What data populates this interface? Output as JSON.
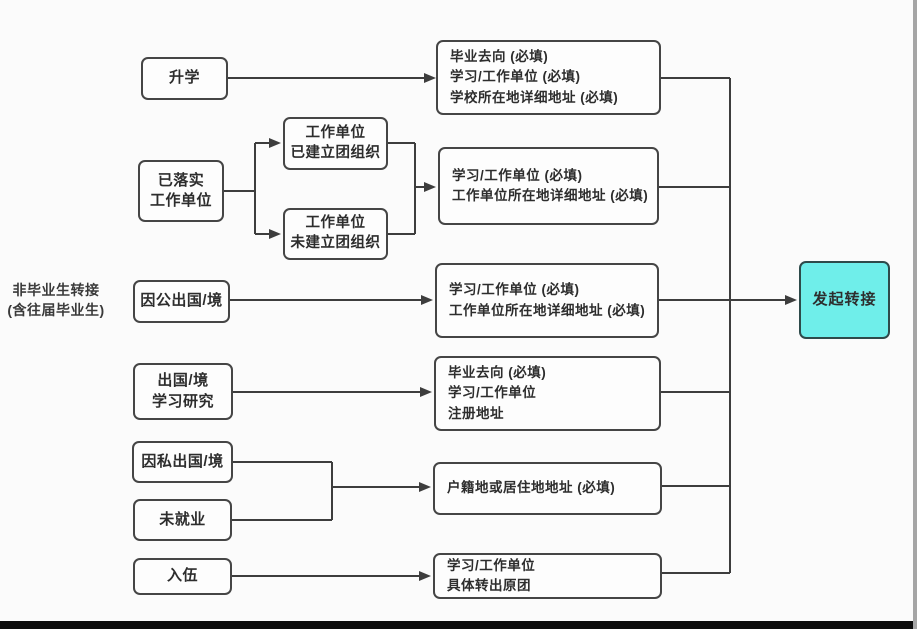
{
  "page": {
    "background_color": "#fbfbfb",
    "connector_color": "#3d3d3d",
    "final_node_fill": "#6feeea"
  },
  "diagram": {
    "root_label": {
      "line1": "非毕业生转接",
      "line2": "(含往届毕业生)"
    },
    "sources": [
      {
        "id": "further-study",
        "lines": [
          "升学"
        ]
      },
      {
        "id": "employed",
        "lines": [
          "已落实",
          "工作单位"
        ]
      },
      {
        "id": "abroad-official",
        "lines": [
          "因公出国/境"
        ]
      },
      {
        "id": "abroad-study",
        "lines": [
          "出国/境",
          "学习研究"
        ]
      },
      {
        "id": "abroad-private",
        "lines": [
          "因私出国/境"
        ]
      },
      {
        "id": "unemployed",
        "lines": [
          "未就业"
        ]
      },
      {
        "id": "enlisted",
        "lines": [
          "入伍"
        ]
      }
    ],
    "unit_branches": [
      {
        "id": "unit-with-league",
        "lines": [
          "工作单位",
          "已建立团组织"
        ]
      },
      {
        "id": "unit-without-league",
        "lines": [
          "工作单位",
          "未建立团组织"
        ]
      }
    ],
    "requirements": [
      {
        "id": "req-further-study",
        "lines": [
          "毕业去向 (必填)",
          "学习/工作单位 (必填)",
          "学校所在地详细地址 (必填)"
        ]
      },
      {
        "id": "req-employed",
        "lines": [
          "学习/工作单位 (必填)",
          "工作单位所在地详细地址 (必填)"
        ]
      },
      {
        "id": "req-abroad-official",
        "lines": [
          "学习/工作单位 (必填)",
          "工作单位所在地详细地址 (必填)"
        ]
      },
      {
        "id": "req-abroad-study",
        "lines": [
          "毕业去向 (必填)",
          "学习/工作单位",
          "注册地址"
        ]
      },
      {
        "id": "req-no-job",
        "lines": [
          "户籍地或居住地地址 (必填)"
        ]
      },
      {
        "id": "req-enlisted",
        "lines": [
          "学习/工作单位",
          "具体转出原团"
        ]
      }
    ],
    "final_node": {
      "label": "发起转接"
    }
  }
}
